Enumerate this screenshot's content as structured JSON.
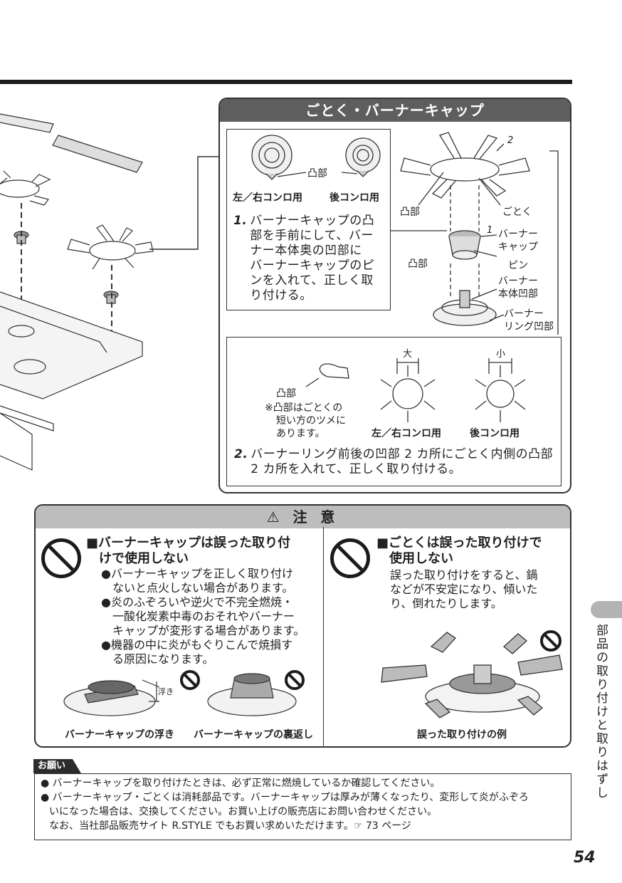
{
  "panel": {
    "title": "ごとく・バーナーキャップ",
    "cap_types": {
      "bump_label": "凸部",
      "left_right": "左／右コンロ用",
      "rear": "後コンロ用"
    },
    "step1": {
      "num": "1.",
      "lines": [
        "バーナーキャップの凸",
        "部を手前にして、バー",
        "ナー本体奥の凹部に",
        "バーナーキャップのピ",
        "ンを入れて、正しく取",
        "り付ける。"
      ]
    },
    "diagram": {
      "callout_2": "2",
      "callout_1": "1",
      "bump_left": "凸部",
      "bump_mid": "凸部",
      "gotoku": "ごとく",
      "burner_cap_1": "バーナー",
      "burner_cap_2": "キャップ",
      "pin": "ピン",
      "burner_body_1": "バーナー",
      "burner_body_2": "本体凹部",
      "burner_ring_1": "バーナー",
      "burner_ring_2": "リング凹部"
    },
    "step2": {
      "bump": "凸部",
      "note_lines": [
        "※凸部はごとくの",
        "短い方のツメに",
        "あります。"
      ],
      "large": "大",
      "small": "小",
      "left_right": "左／右コンロ用",
      "rear": "後コンロ用",
      "num": "2.",
      "lines": [
        "バーナーリング前後の凹部 2 カ所にごとく内側の凸部",
        "2 カ所を入れて、正しく取り付ける。"
      ]
    }
  },
  "caution": {
    "title": "注 意",
    "left": {
      "heading_lines": [
        "■バーナーキャップは誤った取り付",
        "けで使用しない"
      ],
      "bullets": [
        [
          "●バーナーキャップを正しく取り付け",
          "ないと点火しない場合があります。"
        ],
        [
          "●炎のふぞろいや逆火で不完全燃焼・",
          "一酸化炭素中毒のおそれやバーナー",
          "キャップが変形する場合があります。"
        ],
        [
          "●機器の中に炎がもぐりこんで焼損す",
          "る原因になります。"
        ]
      ],
      "float_label": "浮き",
      "caption_float": "バーナーキャップの浮き",
      "caption_reverse": "バーナーキャップの裏返し"
    },
    "right": {
      "heading_lines": [
        "■ごとくは誤った取り付けで",
        "使用しない"
      ],
      "body_lines": [
        "誤った取り付けをすると、鍋",
        "などが不安定になり、傾いた",
        "り、倒れたりします。"
      ],
      "caption": "誤った取り付けの例"
    }
  },
  "request": {
    "tag": "お願い",
    "lines": [
      "● バーナーキャップを取り付けたときは、必ず正常に燃焼しているか確認してください。",
      "● バーナーキャップ・ごとくは消耗部品です。バーナーキャップは厚みが薄くなったり、変形して炎がふぞろ",
      "いになった場合は、交換してください。お買い上げの販売店にお問い合わせください。",
      "なお、当社部品販売サイト R.STYLE でもお買い求めいただけます。☞ 73 ページ"
    ]
  },
  "side_title": "部品の取り付けと取りはずし",
  "page_number": "54"
}
